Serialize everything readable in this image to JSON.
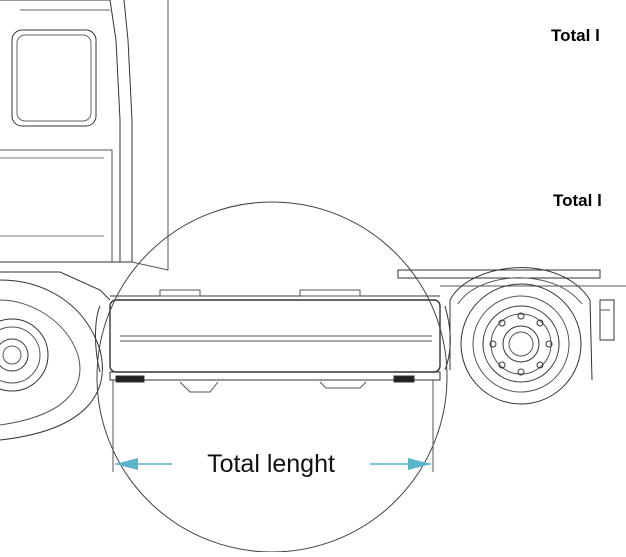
{
  "labels": {
    "top_cut_label": "Total l",
    "mid_cut_label": "Total l",
    "dimension_label": "Total lenght"
  },
  "colors": {
    "line": "#333333",
    "arrow": "#5ab4c8",
    "background": "#ffffff"
  }
}
